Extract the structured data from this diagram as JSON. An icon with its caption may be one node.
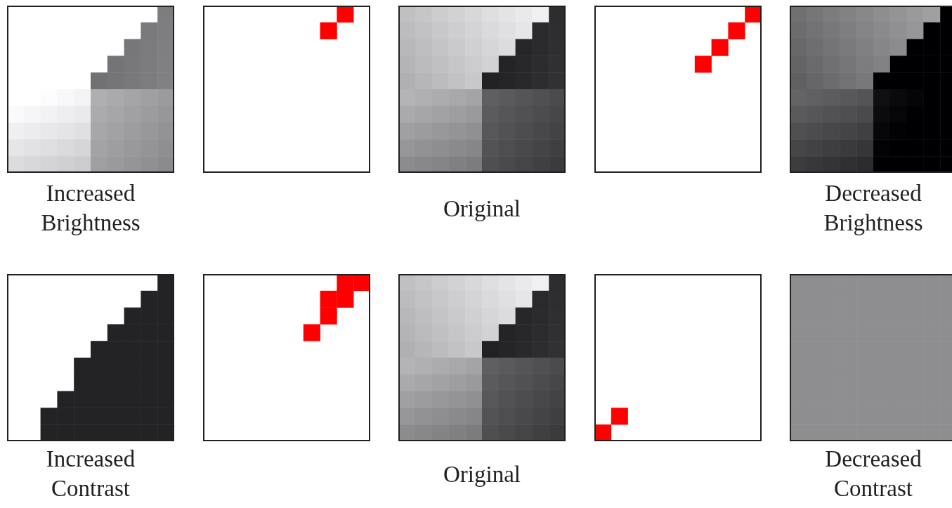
{
  "diagram": {
    "labels": [
      "Increased Brightness",
      "Original",
      "Decreased Brightness",
      "Increased Contrast",
      "Original",
      "Decreased Contrast"
    ]
  }
}
